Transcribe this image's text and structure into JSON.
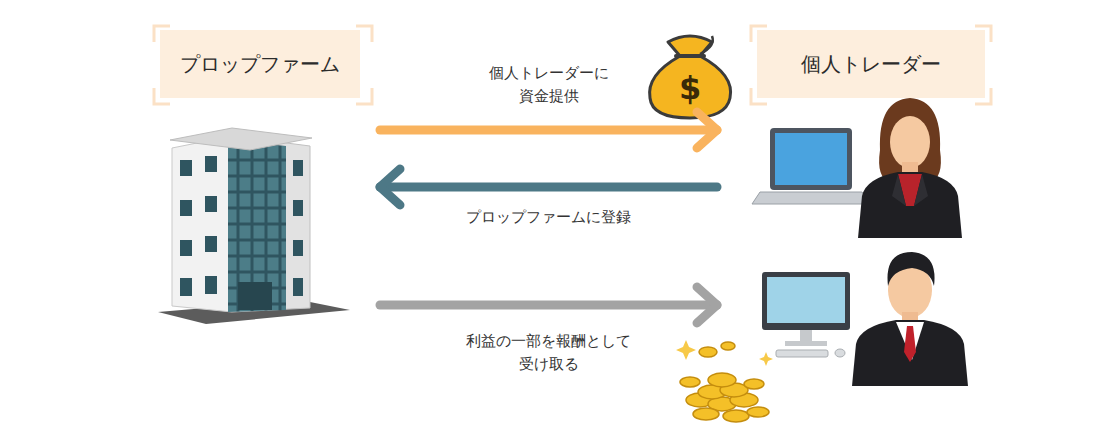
{
  "diagram": {
    "nodes": [
      {
        "text": [
          "プロップファーム"
        ]
      },
      {
        "text": [
          "個人トレーダー"
        ]
      }
    ],
    "edges": [
      {
        "from": 0,
        "to": 1,
        "arrow": "to",
        "label": "個人トレーダーに 資金提供"
      },
      {
        "from": 1,
        "to": 0,
        "arrow": "to",
        "label": "プロップファームに登録"
      },
      {
        "from": 0,
        "to": 1,
        "arrow": "to",
        "label": "利益の一部を報酬として 受け取る"
      }
    ],
    "labels": [
      "$"
    ]
  }
}
